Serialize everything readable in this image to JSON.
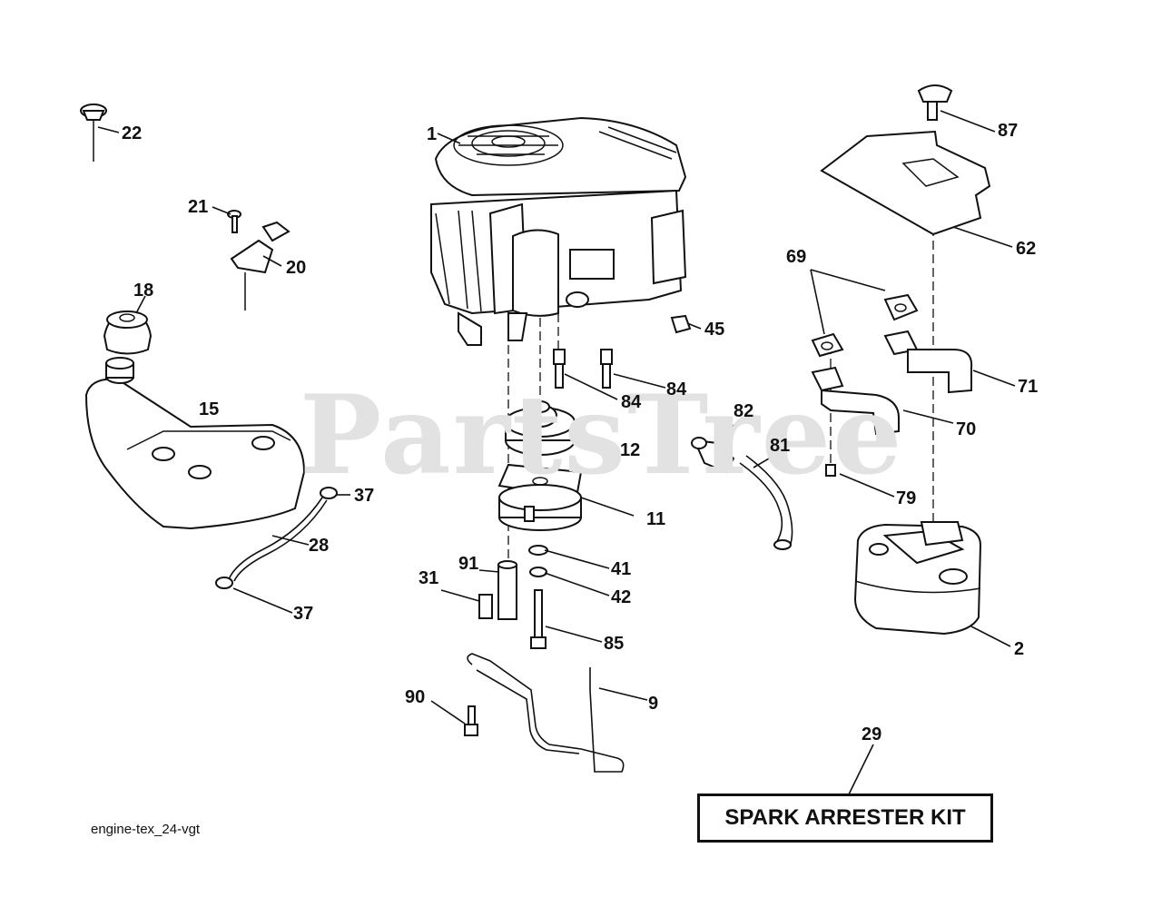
{
  "watermark": "PartsTree",
  "caption": "engine-tex_24-vgt",
  "kit_label": "SPARK ARRESTER KIT",
  "callouts": {
    "c1": "1",
    "c2": "2",
    "c9": "9",
    "c11": "11",
    "c12": "12",
    "c15": "15",
    "c18": "18",
    "c20": "20",
    "c21": "21",
    "c22": "22",
    "c28": "28",
    "c29": "29",
    "c31": "31",
    "c37a": "37",
    "c37b": "37",
    "c41": "41",
    "c42": "42",
    "c45": "45",
    "c62": "62",
    "c69": "69",
    "c70": "70",
    "c71": "71",
    "c79": "79",
    "c81": "81",
    "c82": "82",
    "c84a": "84",
    "c84b": "84",
    "c85": "85",
    "c87": "87",
    "c90": "90",
    "c91": "91"
  }
}
